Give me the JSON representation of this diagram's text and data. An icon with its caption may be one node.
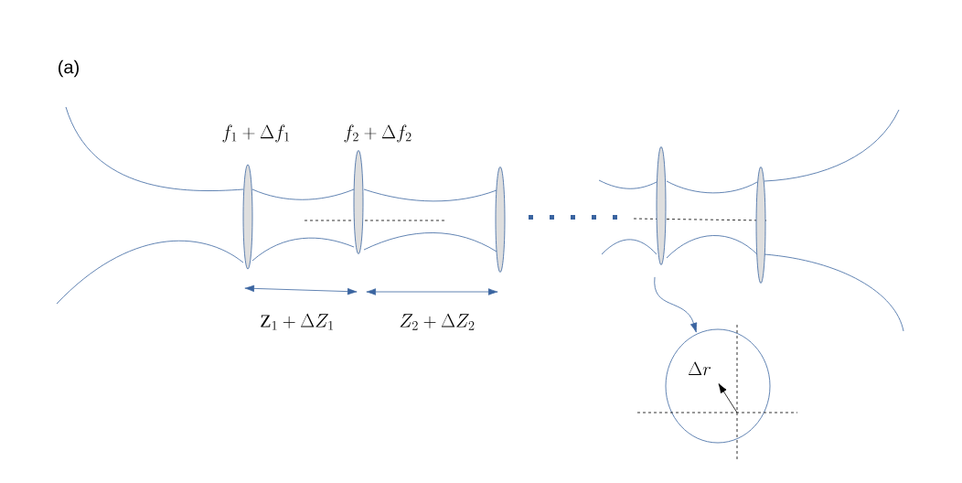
{
  "diagram": {
    "nodes": [
      {
        "text": [],
        "shape": "ellipse",
        "beside": [
          "f_1 + \\Delta f_1"
        ]
      },
      {
        "text": [],
        "shape": "ellipse",
        "beside": [
          "f_2 + \\Delta f_2"
        ]
      },
      {
        "text": [],
        "shape": "ellipse"
      },
      {
        "text": [],
        "shape": "ellipse"
      },
      {
        "text": [],
        "shape": "ellipse"
      },
      {
        "text": [
          "\\Delta r"
        ]
      }
    ],
    "edges": [
      {
        "from": 3,
        "to": 5,
        "arrow": "to"
      }
    ],
    "labels": [
      "(a)",
      "\\mathrm{Z}_1 + \\Delta Z_1",
      "Z_2 + \\Delta Z_2"
    ]
  }
}
